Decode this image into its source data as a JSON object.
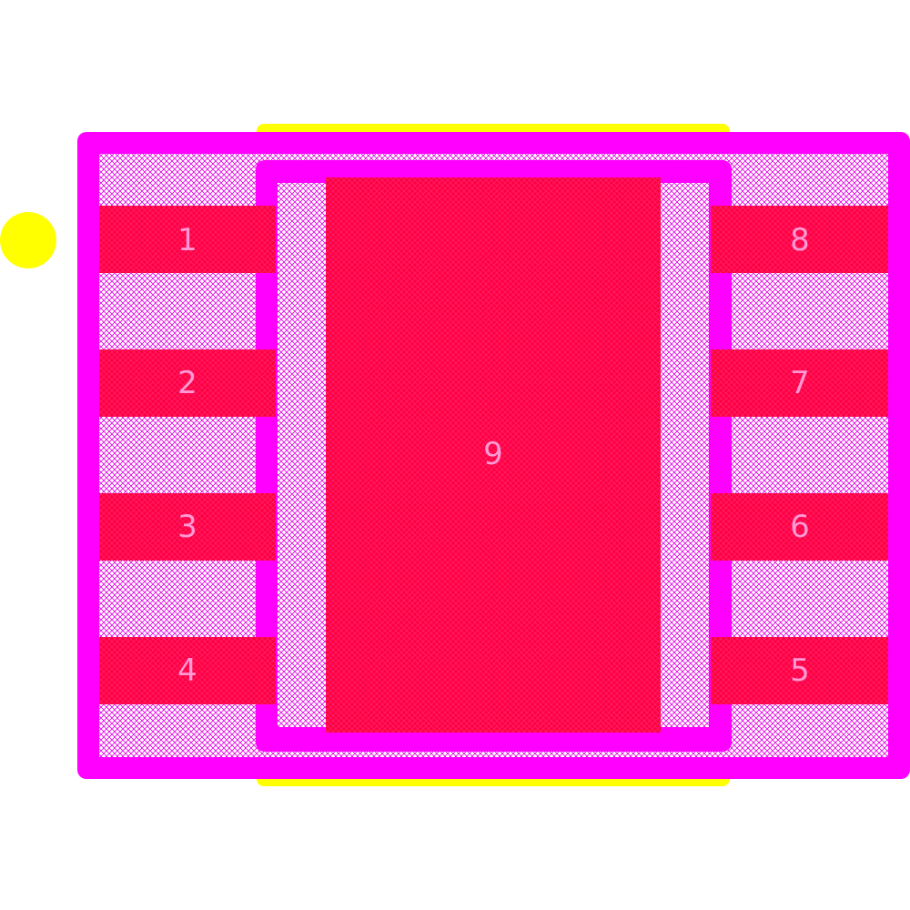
{
  "footprint": {
    "pads": [
      {
        "id": "pad-1",
        "label": "1"
      },
      {
        "id": "pad-2",
        "label": "2"
      },
      {
        "id": "pad-3",
        "label": "3"
      },
      {
        "id": "pad-4",
        "label": "4"
      },
      {
        "id": "pad-5",
        "label": "5"
      },
      {
        "id": "pad-6",
        "label": "6"
      },
      {
        "id": "pad-7",
        "label": "7"
      },
      {
        "id": "pad-8",
        "label": "8"
      },
      {
        "id": "pad-9",
        "label": "9"
      }
    ]
  },
  "colors": {
    "copper": "#ff0040",
    "courtyard": "#ff00ff",
    "silkscreen": "#ffff00",
    "hatch": "#e000e0",
    "label": "#ff9ad6"
  }
}
